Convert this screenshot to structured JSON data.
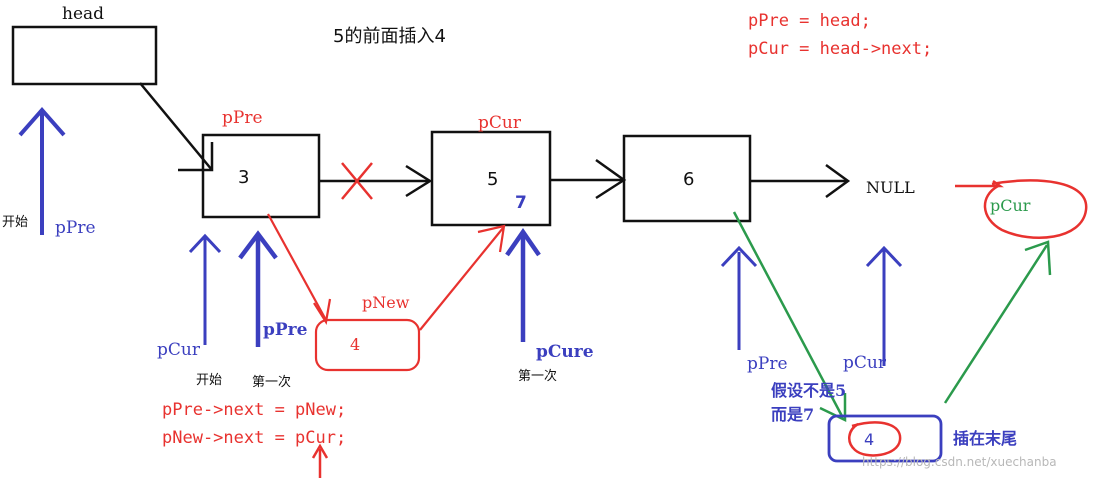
{
  "title": "5的前面插入4",
  "code_top": {
    "line1": "pPre = head;",
    "line2": "pCur = head->next;"
  },
  "code_bottom": {
    "line1": "pPre->next = pNew;",
    "line2": "pNew->next = pCur;"
  },
  "nodes": {
    "head": "head",
    "n3": "3",
    "n5": "5",
    "n5_alt": "7",
    "n6": "6",
    "null": "NULL",
    "new_node": "4",
    "new_label": "pNew",
    "tail_node": "4"
  },
  "labels": {
    "ppre_top": "pPre",
    "pcur_top": "pCur",
    "start1": "开始",
    "ppre_left": "pPre",
    "pcur_left": "pCur",
    "start2": "开始",
    "ppre_mid": "pPre",
    "first1": "第一次",
    "pcure": "pCure",
    "first2": "第一次",
    "ppre_right": "pPre",
    "pcur_right": "pCur",
    "pcur_circle": "pCur",
    "assume1": "假设不是5",
    "assume2": "而是7",
    "insert_tail": "插在末尾",
    "watermark": "https://blog.csdn.net/xuechanba"
  },
  "colors": {
    "black": "#111111",
    "red": "#e8322f",
    "blue": "#3b3fbf",
    "green": "#2b9a4c",
    "gray": "#b8b8b8"
  }
}
